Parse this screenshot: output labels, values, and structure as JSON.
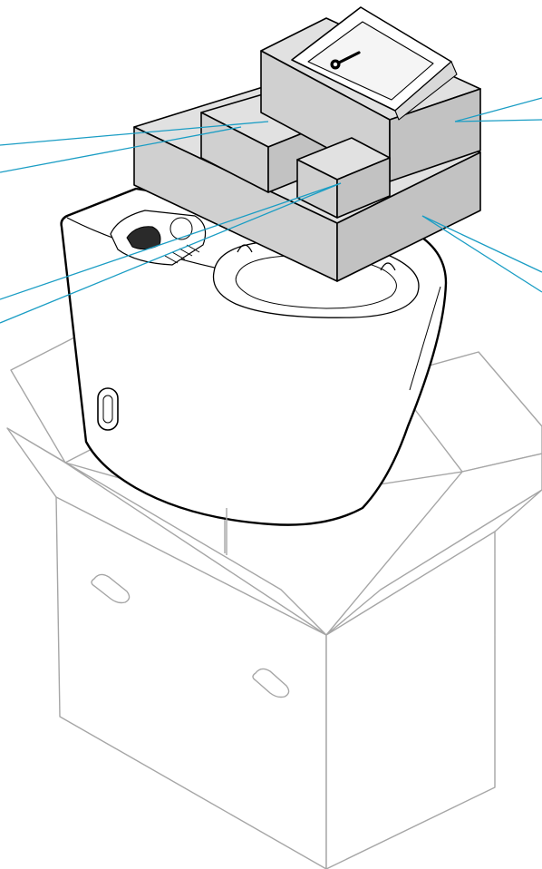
{
  "colors": {
    "background": "#ffffff",
    "outer_box_stroke": "#a6a6a6",
    "toilet_stroke": "#000000",
    "toilet_fill": "#ffffff",
    "package_top": "#e1e1e1",
    "package_front": "#d0d0d0",
    "package_side": "#c2c2c2",
    "leader_line": "#1a9dc4",
    "screen_fill": "#f5f5f5"
  },
  "icons": {
    "tablet_symbol": "wrench-icon",
    "box_handle": "handle-slot-icon"
  },
  "parts": [
    {
      "id": "outer-carton"
    },
    {
      "id": "toilet-unit"
    },
    {
      "id": "large-base-package"
    },
    {
      "id": "medium-package"
    },
    {
      "id": "small-package"
    },
    {
      "id": "right-package"
    },
    {
      "id": "tablet"
    }
  ]
}
